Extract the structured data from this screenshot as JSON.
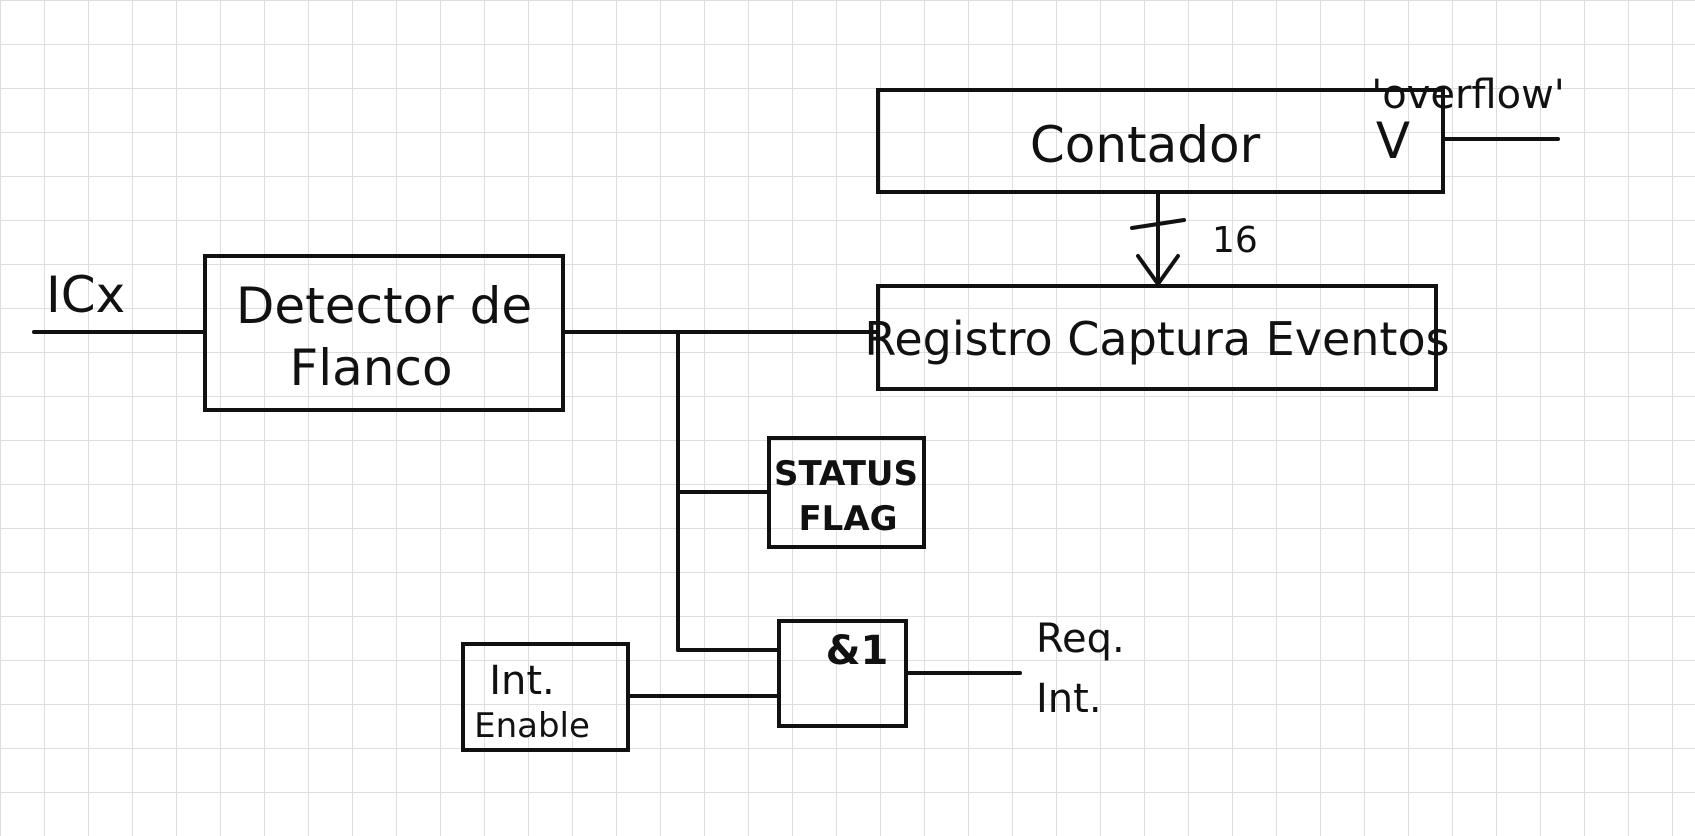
{
  "labels": {
    "input_signal": "ICx",
    "edge_detector_line1": "Detector de",
    "edge_detector_line2": "Flanco",
    "counter": "Contador",
    "counter_mark": "V",
    "overflow": "'overflow'",
    "bus_width": "16",
    "capture_register": "Registro Captura Eventos",
    "status_flag_line1": "STATUS",
    "status_flag_line2": "FLAG",
    "and_gate": "&1",
    "int_enable_line1": "Int.",
    "int_enable_line2": "Enable",
    "req_int_line1": "Req.",
    "req_int_line2": "Int."
  },
  "colors": {
    "ink": "#111111",
    "grid": "#dedede",
    "paper": "#ffffff"
  }
}
